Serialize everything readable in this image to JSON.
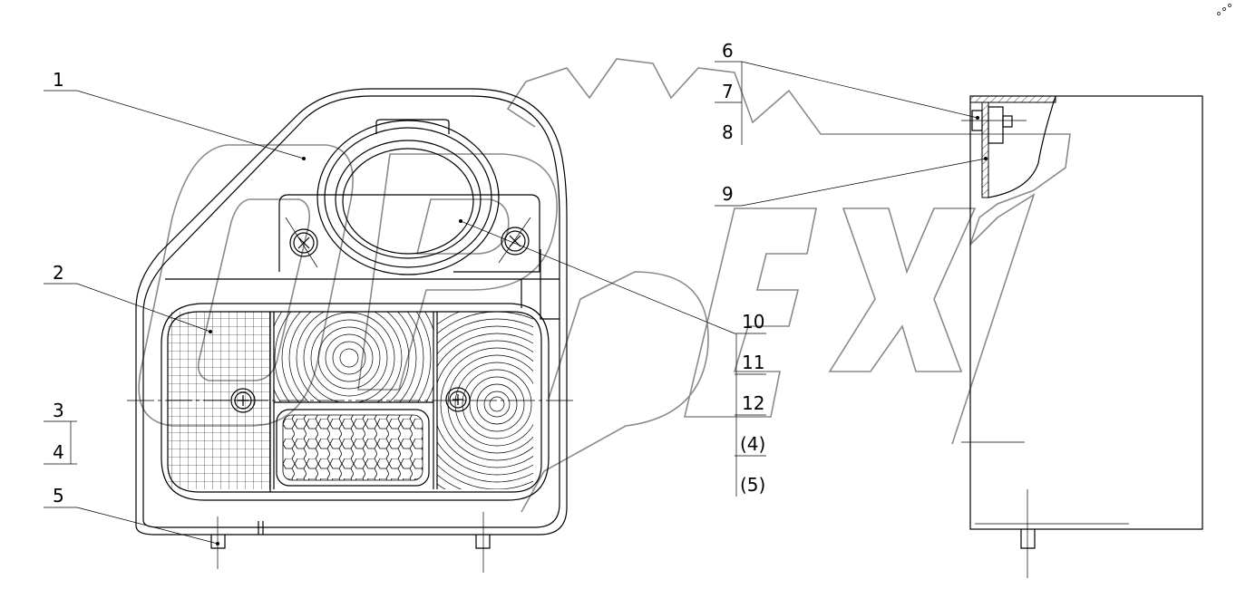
{
  "watermark": {
    "text": "OPEX",
    "color": "#8a8a8a"
  },
  "callouts": [
    {
      "id": "1",
      "label": "1"
    },
    {
      "id": "2",
      "label": "2"
    },
    {
      "id": "3",
      "label": "3"
    },
    {
      "id": "4",
      "label": "4"
    },
    {
      "id": "5",
      "label": "5"
    },
    {
      "id": "6",
      "label": "6"
    },
    {
      "id": "7",
      "label": "7"
    },
    {
      "id": "8",
      "label": "8"
    },
    {
      "id": "9",
      "label": "9"
    },
    {
      "id": "10",
      "label": "10"
    },
    {
      "id": "11",
      "label": "11"
    },
    {
      "id": "12",
      "label": "12"
    },
    {
      "id": "4r",
      "label": "(4)"
    },
    {
      "id": "5r",
      "label": "(5)"
    }
  ],
  "colors": {
    "line": "#000000",
    "background": "#ffffff",
    "watermark": "#8a8a8a"
  }
}
